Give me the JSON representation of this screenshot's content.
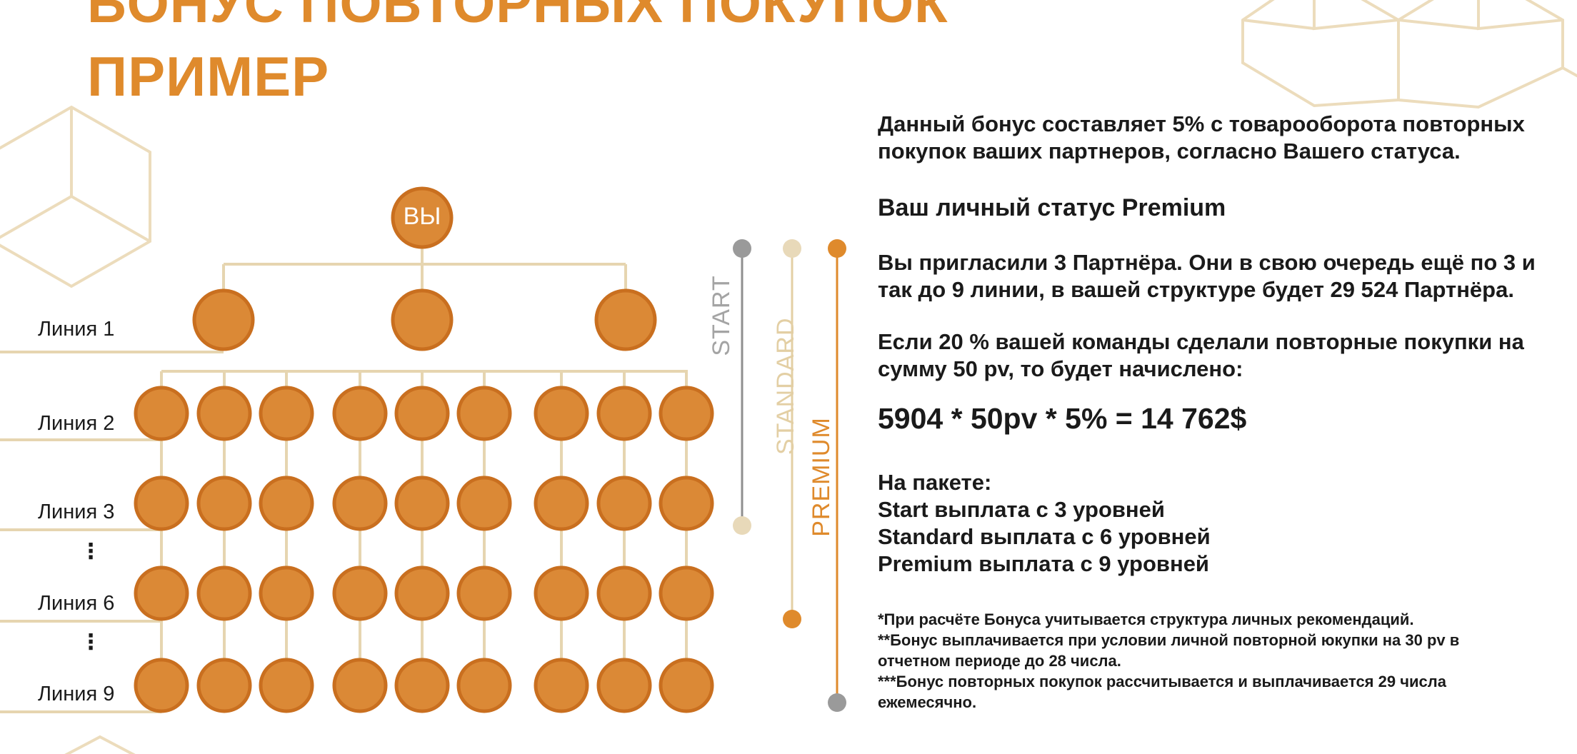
{
  "title": {
    "line1": "БОНУС ПОВТОРНЫХ ПОКУПОК",
    "line2": "ПРИМЕР"
  },
  "diagram": {
    "root_label": "ВЫ",
    "line_labels": [
      "Линия 1",
      "Линия 2",
      "Линия 3",
      "Линия 6",
      "Линия 9"
    ],
    "ellipsis": "⋮",
    "package_labels": [
      "START",
      "STANDARD",
      "PREMIUM"
    ]
  },
  "text": {
    "intro": "Данный бонус составляет 5% с товарооборота повторных покупок ваших партнеров, согласно Вашего статуса.",
    "status": "Ваш личный статус Premium",
    "invited": "Вы пригласили 3 Партнёра. Они в свою очередь ещё по 3 и так до 9 линии, в вашей структуре будет 29 524 Партнёра.",
    "condition": "Если 20 % вашей команды сделали повторные покупки на сумму 50 pv, то будет начислено:",
    "formula": "5904 * 50pv * 5% = 14 762$",
    "packages_heading": "На пакете:",
    "package_start": "Start выплата с 3 уровней",
    "package_standard": "Standard выплата с 6 уровней",
    "package_premium": "Premium выплата с 9 уровней",
    "note1": "*При расчёте Бонуса учитывается структура личных рекомендаций.",
    "note2": "**Бонус выплачивается при условии личной повторной юкупки на 30 pv в отчетном периоде до 28 числа.",
    "note3": "***Бонус повторных покупок рассчитывается и выплачивается 29 числа ежемесячно."
  },
  "colors": {
    "accent": "#df8a2c",
    "node_fill": "#db8936",
    "node_ring": "#c96f1f",
    "beige": "#e8d9b9",
    "gray": "#9a9a9a"
  }
}
